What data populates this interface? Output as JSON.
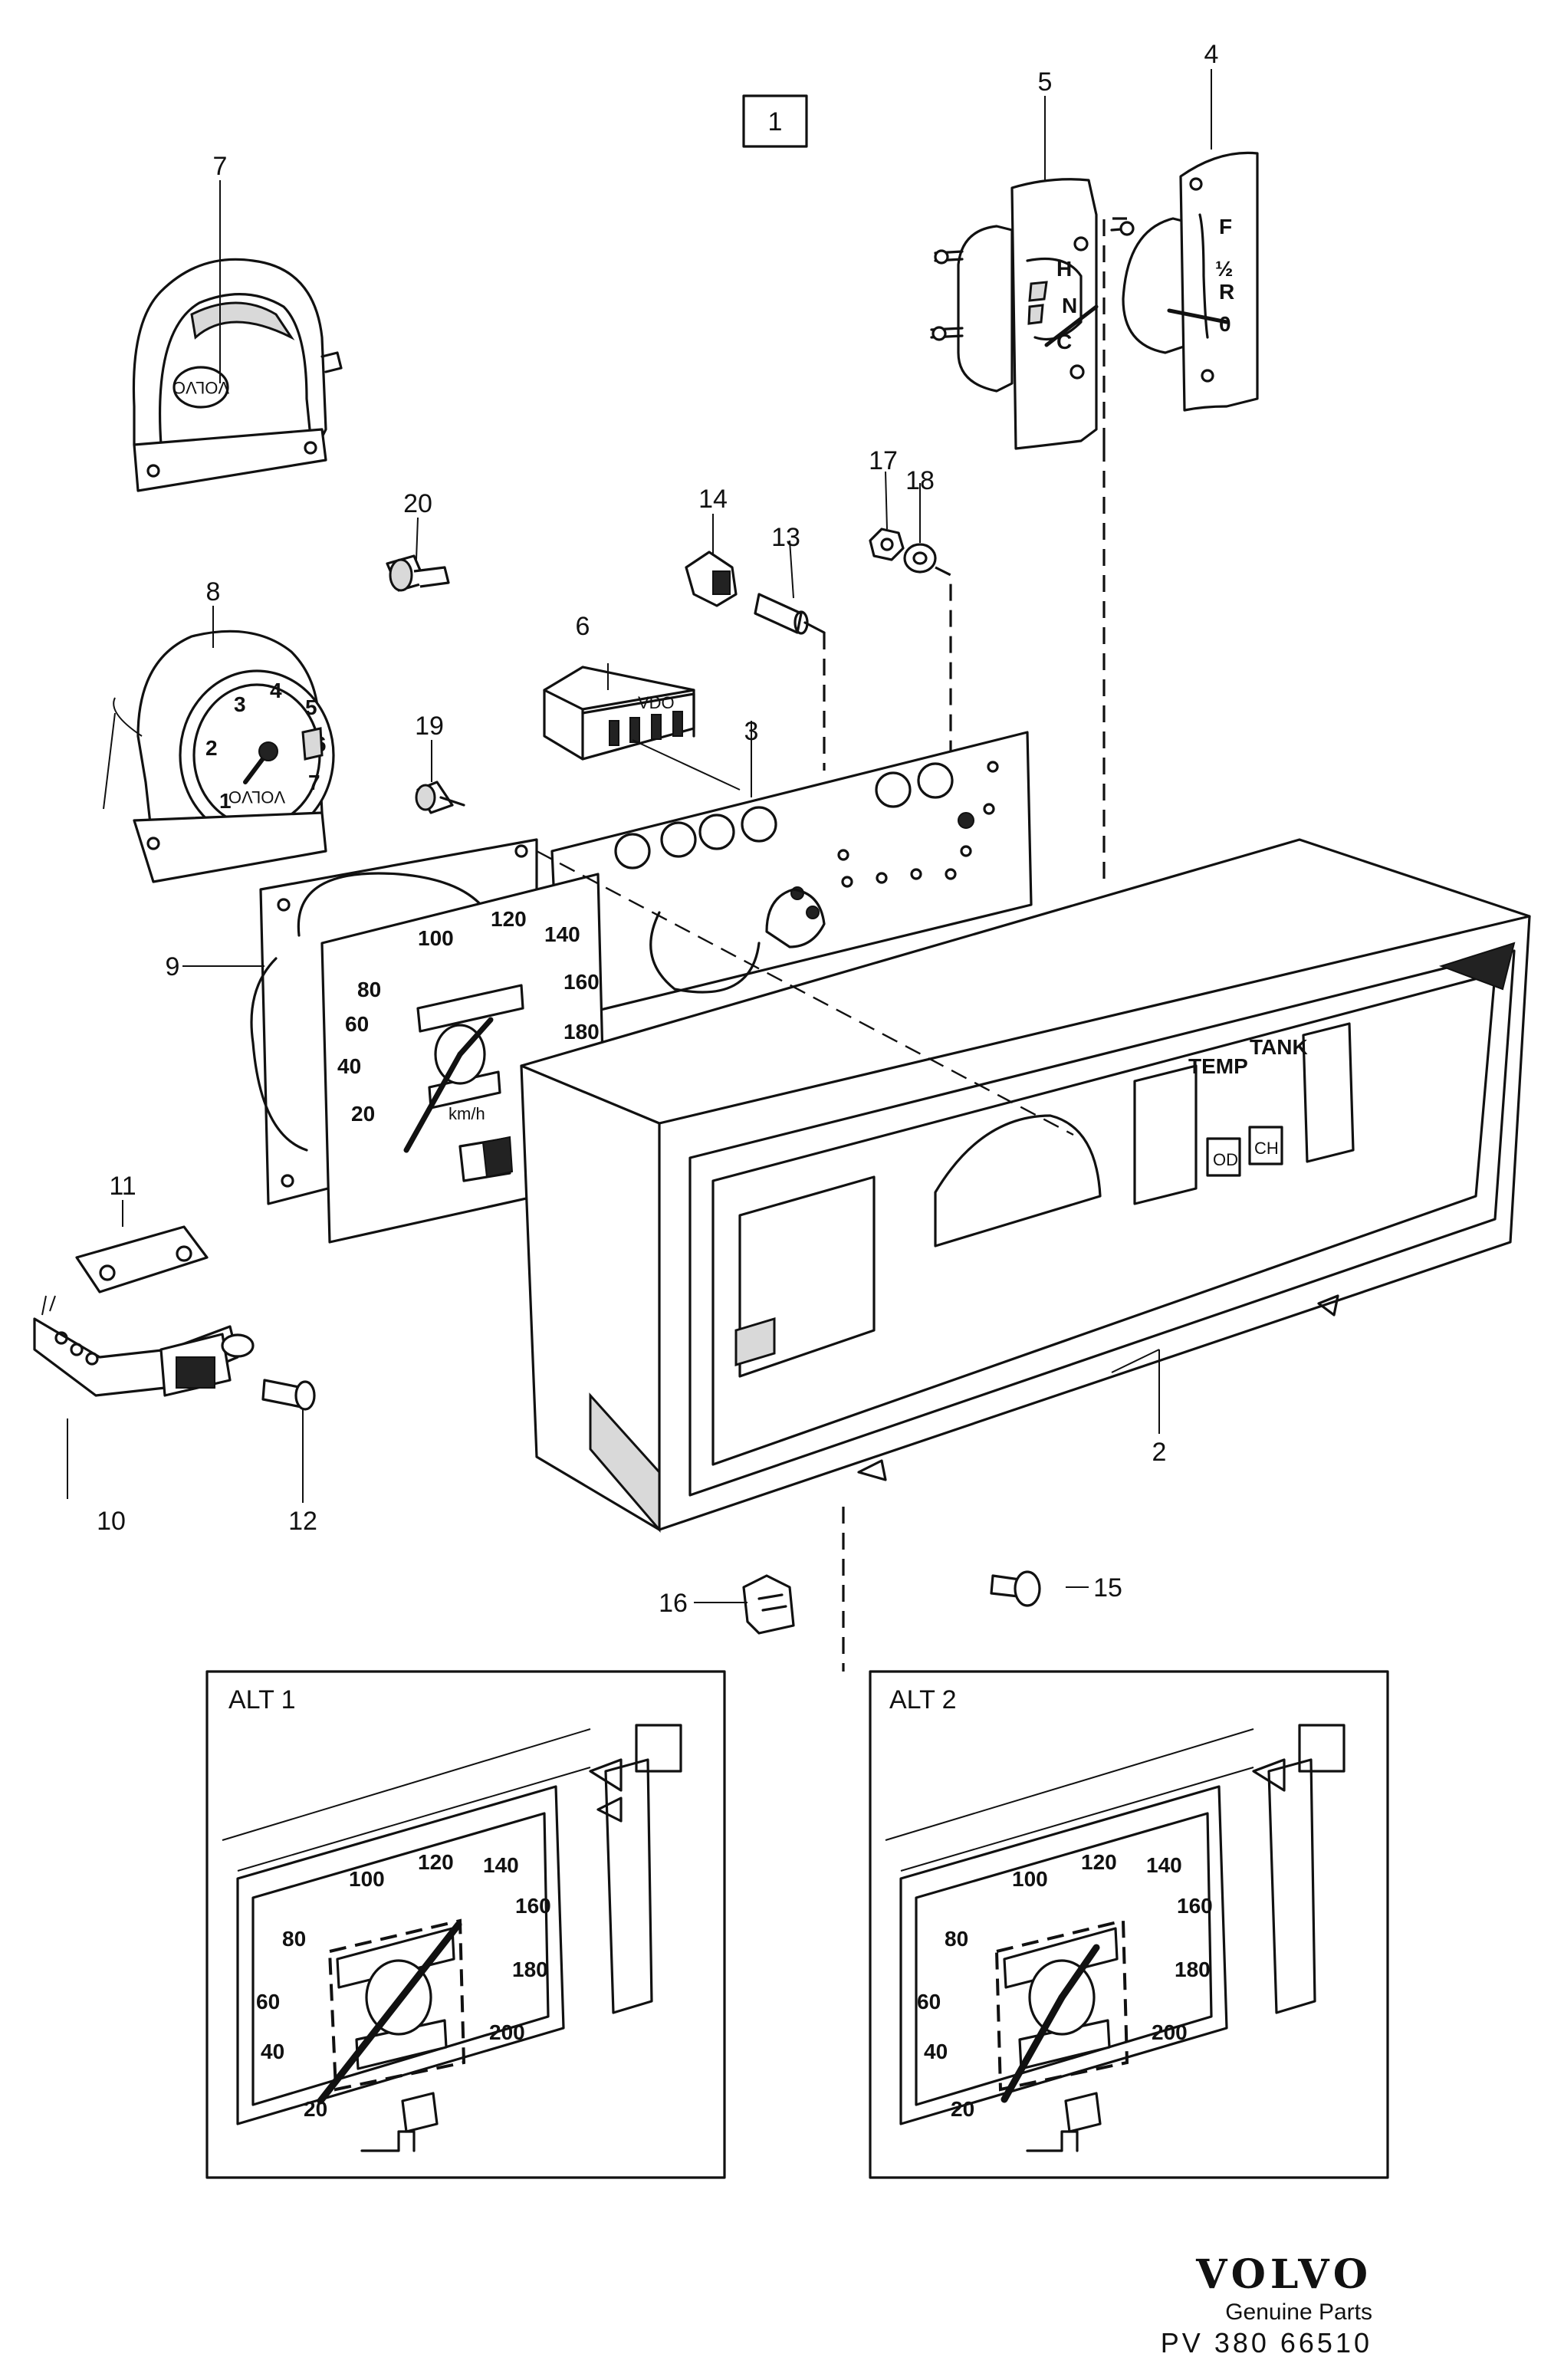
{
  "group_label": "1",
  "callouts": {
    "c1": "2",
    "c2": "3",
    "c3": "4",
    "c4": "5",
    "c5": "6",
    "c6": "7",
    "c7": "8",
    "c8": "9",
    "c9": "10",
    "c10": "11",
    "c11": "12",
    "c12": "13",
    "c13": "14",
    "c14": "15",
    "c15": "16",
    "c16": "17",
    "c17": "18",
    "c18": "19",
    "c19": "20"
  },
  "gauge_labels": {
    "temp_h": "H",
    "temp_n": "N",
    "temp_c": "C",
    "fuel_f": "F",
    "fuel_half": "½",
    "fuel_r": "R",
    "fuel_0": "0"
  },
  "panel_labels": {
    "temp": "TEMP",
    "tank": "TANK",
    "od": "OD",
    "ch": "CH"
  },
  "tach_numbers": [
    "1",
    "2",
    "3",
    "4",
    "5",
    "6",
    "7"
  ],
  "tach_brand": "VOLVO",
  "relay_brand": "VDO",
  "cover_brand": "VOLVO",
  "speedo_numbers": [
    "20",
    "40",
    "60",
    "80",
    "100",
    "120",
    "140",
    "160",
    "180"
  ],
  "speedo_unit": "km/h",
  "alt1": {
    "title": "ALT 1",
    "numbers": [
      "20",
      "40",
      "60",
      "80",
      "100",
      "120",
      "140",
      "160",
      "180",
      "200"
    ]
  },
  "alt2": {
    "title": "ALT 2",
    "numbers": [
      "20",
      "40",
      "60",
      "80",
      "100",
      "120",
      "140",
      "160",
      "180",
      "200"
    ]
  },
  "brand": {
    "name": "VOLVO",
    "tagline": "Genuine Parts",
    "code": "PV 380 66510"
  }
}
